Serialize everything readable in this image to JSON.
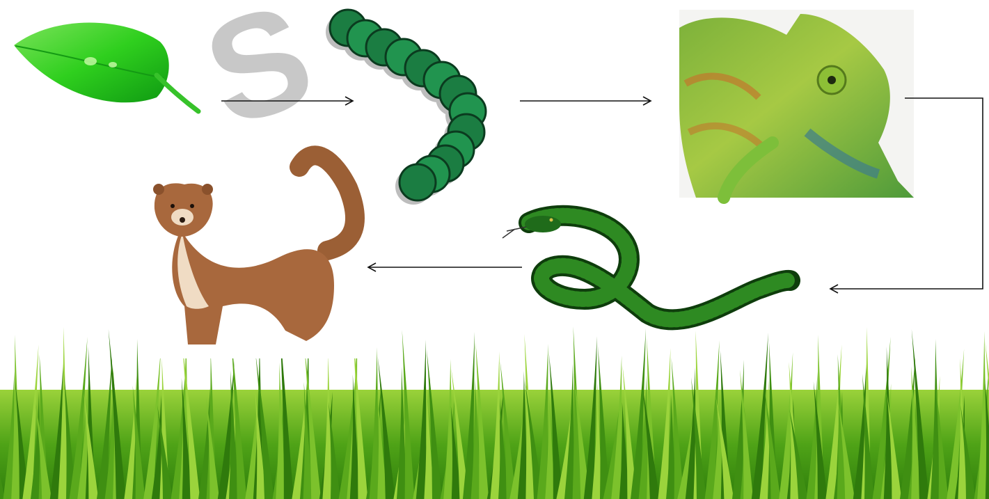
{
  "diagram": {
    "type": "food-chain",
    "organisms": [
      {
        "id": "leaf",
        "icon": "leaf-icon"
      },
      {
        "id": "caterpillar",
        "icon": "caterpillar-icon"
      },
      {
        "id": "chameleon",
        "icon": "chameleon-icon"
      },
      {
        "id": "snake",
        "icon": "snake-icon"
      },
      {
        "id": "weasel",
        "icon": "weasel-icon"
      }
    ],
    "links": [
      {
        "from": "leaf",
        "to": "caterpillar"
      },
      {
        "from": "caterpillar",
        "to": "chameleon"
      },
      {
        "from": "chameleon",
        "to": "snake"
      },
      {
        "from": "snake",
        "to": "weasel"
      }
    ],
    "background": "grass-icon",
    "watermark": "S"
  },
  "colors": {
    "leaf": "#27c21f",
    "caterpillar": "#1f8a4c",
    "chameleon": "#8cbf3a",
    "snake": "#1f6b1a",
    "weasel": "#a8683d",
    "grass": "#5aa91c",
    "arrow": "#111111",
    "watermark": "#c8c8c8"
  }
}
